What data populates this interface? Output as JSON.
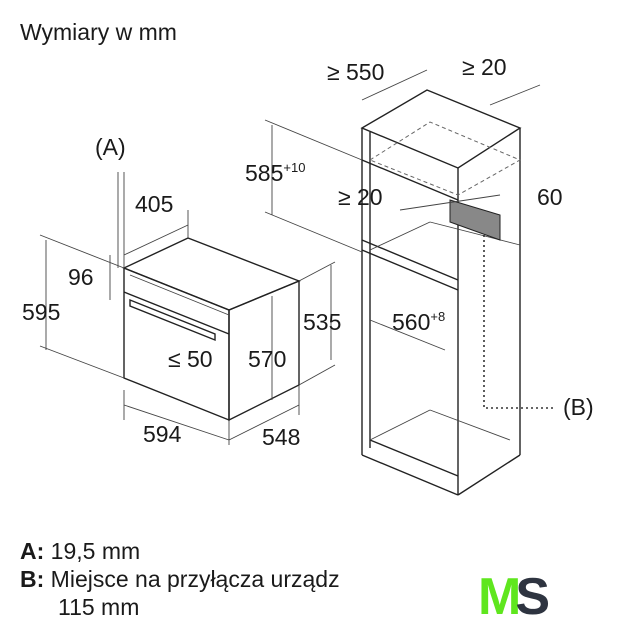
{
  "title": "Wymiary w mm",
  "dimensions": {
    "cabinet_depth": "≥ 550",
    "cabinet_gap_top": "≥ 20",
    "label_a": "(A)",
    "niche_height": "585",
    "niche_height_tol": "+10",
    "shelf_gap": "≥ 20",
    "vent_opening": "60",
    "oven_depth_top": "405",
    "panel_height": "96",
    "oven_height": "595",
    "oven_body_height": "535",
    "niche_width": "560",
    "niche_width_tol": "+8",
    "door_projection": "≤ 50",
    "body_depth": "570",
    "label_b": "(B)",
    "oven_width": "594",
    "oven_depth": "548"
  },
  "legend": [
    {
      "key": "A:",
      "text": "19,5 mm"
    },
    {
      "key": "B:",
      "text": "Miejsce na przyłącza urządz",
      "text2": "115 mm"
    }
  ],
  "logo": {
    "text": "MS",
    "letter_m": "M",
    "letter_s": "S",
    "color_m": "#5fe61e",
    "color_s": "#2e3440"
  }
}
